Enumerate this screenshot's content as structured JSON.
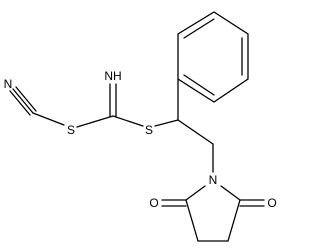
{
  "molecule": {
    "atoms": {
      "n_cyano": "N",
      "s_thiocyanate": "S",
      "nh_imine": "NH",
      "s_thioether": "S",
      "n_imide": "N",
      "o_left": "O",
      "o_right": "O"
    }
  }
}
